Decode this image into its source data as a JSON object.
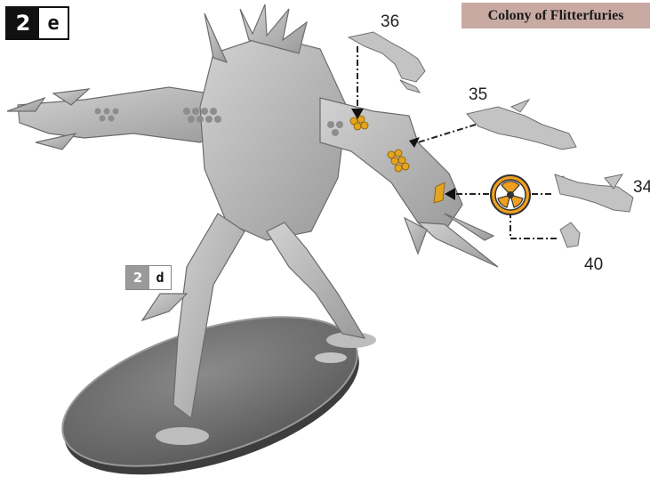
{
  "step": {
    "number": "2",
    "letter": "e"
  },
  "reference_step": {
    "number": "2",
    "letter": "d"
  },
  "title": "Colony of Flitterfuries",
  "part_labels": [
    "36",
    "35",
    "34",
    "40"
  ],
  "colors": {
    "title_background": "#c8aaa3",
    "model_grey": "#b9b9b9",
    "base_grey": "#6f6f6f",
    "contact_point": "#e3a51f",
    "badge_dark": "#111111"
  },
  "icons": [
    "glue-hazard-icon",
    "arrow-icon"
  ]
}
